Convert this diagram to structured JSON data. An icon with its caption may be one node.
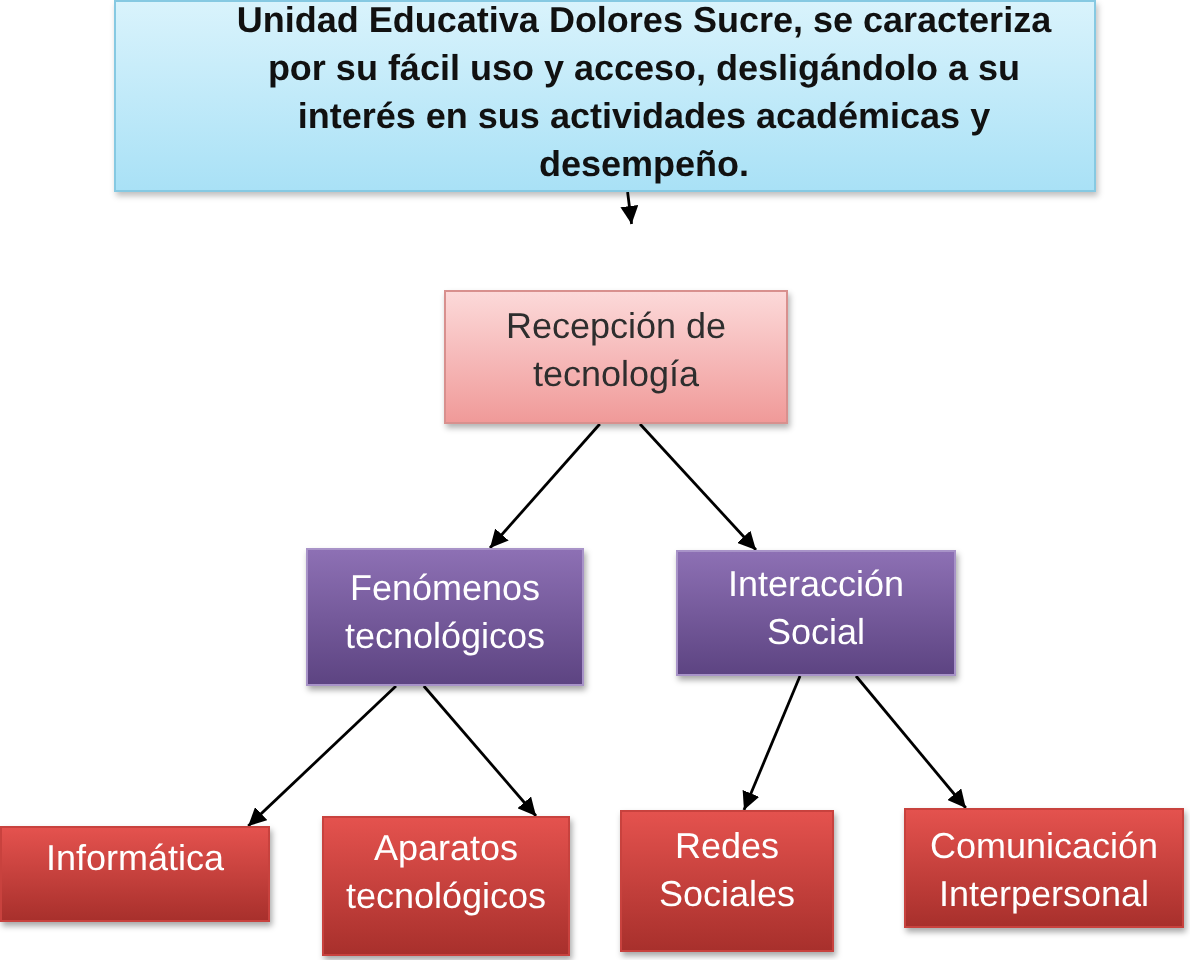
{
  "diagram": {
    "nodes": [
      {
        "text": [
          "Unidad Educativa Dolores Sucre, se caracteriza por su fácil uso y acceso, desligándolo a su interés en sus actividades académicas y desempeño."
        ]
      },
      {
        "text": [
          "Recepción de tecnología"
        ]
      },
      {
        "text": [
          "Fenómenos tecnológicos"
        ]
      },
      {
        "text": [
          "Interacción Social"
        ]
      },
      {
        "text": [
          "Informática"
        ]
      },
      {
        "text": [
          "Aparatos tecnológicos"
        ]
      },
      {
        "text": [
          "Redes Sociales"
        ]
      },
      {
        "text": [
          "Comunicación Interpersonal"
        ]
      }
    ],
    "edges": [
      {
        "from": 0,
        "to": null,
        "arrow": "to"
      },
      {
        "from": 1,
        "to": 2,
        "arrow": "to"
      },
      {
        "from": 1,
        "to": 3,
        "arrow": "to"
      },
      {
        "from": 2,
        "to": 4,
        "arrow": "to"
      },
      {
        "from": 2,
        "to": 5,
        "arrow": "to"
      },
      {
        "from": 3,
        "to": 6,
        "arrow": "to"
      },
      {
        "from": 3,
        "to": 7,
        "arrow": "to"
      }
    ]
  }
}
